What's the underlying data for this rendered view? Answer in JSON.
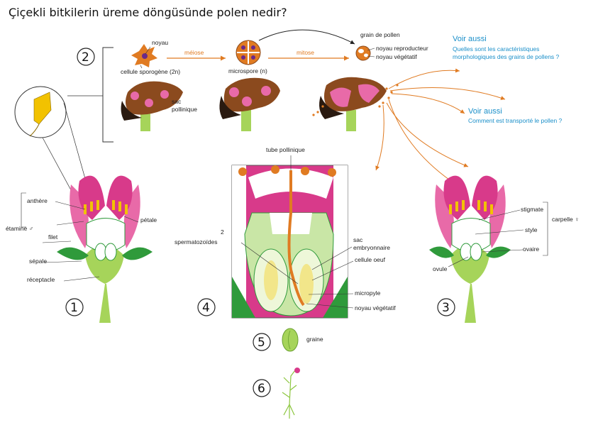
{
  "title": "Çiçekli bitkilerin üreme döngüsünde polen nedir?",
  "steps": [
    "1",
    "2",
    "3",
    "4",
    "5",
    "6"
  ],
  "stage2": {
    "noyau": "noyau",
    "cellule": "cellule sporogène (2n)",
    "meiose": "méiose",
    "microspore": "microspore (n)",
    "mitose": "mitose",
    "sac1": "sac",
    "sac2": "pollinique",
    "grain": "grain de pollen",
    "noyau_repro": "noyau reproducteur",
    "noyau_veg": "noyau végétatif"
  },
  "links": {
    "voir1_title": "Voir aussi",
    "voir1_text1": "Quelles sont les caractéristiques",
    "voir1_text2": "morphologiques des grains de pollens ?",
    "voir2_title": "Voir aussi",
    "voir2_text": "Comment est transporté le pollen ?"
  },
  "flower1": {
    "anthere": "anthère",
    "etamine": "étamine ♂",
    "filet": "filet",
    "petale": "pétale",
    "sepale": "sépale",
    "receptacle": "réceptacle"
  },
  "section4": {
    "tube": "tube pollinique",
    "sperm1": "2",
    "sperm2": "spermatozoïdes",
    "sac1": "sac",
    "sac2": "embryonnaire",
    "oeuf": "cellule oeuf",
    "micropyle": "micropyle",
    "noyau_veg": "noyau végétatif"
  },
  "flower3": {
    "stigmate": "stigmate",
    "style": "style",
    "ovaire": "ovaire",
    "ovule": "ovule",
    "carpelle": "carpelle ♀"
  },
  "seed": {
    "graine": "graine"
  },
  "colors": {
    "pink": "#d83a8a",
    "pinklight": "#e86aa8",
    "green": "#8cc63f",
    "greendark": "#2f9a3b",
    "brown": "#8b4a1e",
    "orange": "#e07b22",
    "yellow": "#f2c200",
    "blue": "#1a8fc9"
  }
}
